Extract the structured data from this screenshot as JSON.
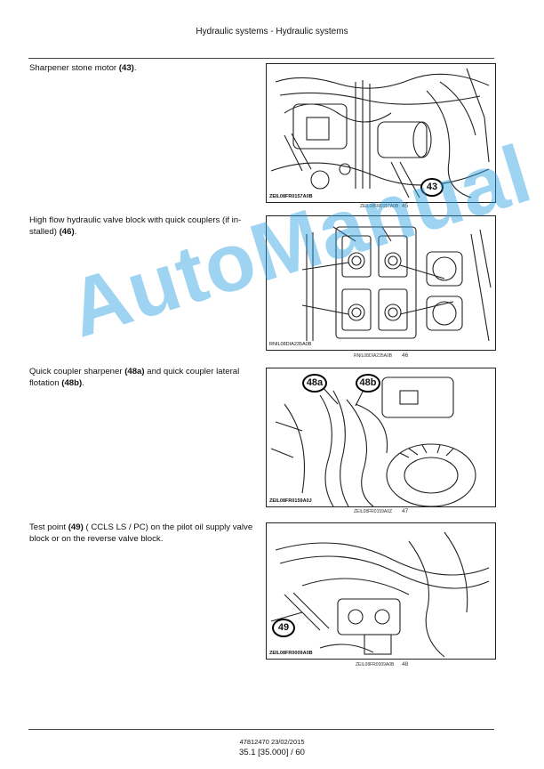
{
  "header": {
    "title": "Hydraulic systems - Hydraulic systems"
  },
  "sections": [
    {
      "text_before": "Sharpener stone motor ",
      "bold1": "(43)",
      "text_after": ".",
      "figure_code": "ZEIL08FR0157A0B",
      "caption": "ZEIL08FR0157A0B",
      "number": "45",
      "callouts": [
        "43"
      ]
    },
    {
      "text_before": "High flow hydraulic valve block with quick couplers (if in- stalled) ",
      "bold1": "(46)",
      "text_after": ".",
      "figure_code": "RNIL08DIA235A0B",
      "caption": "RNIL08DIA235A0B",
      "number": "46",
      "callouts": []
    },
    {
      "text_before": "Quick coupler sharpener ",
      "bold1": "(48a)",
      "text_mid": " and quick coupler lateral flotation ",
      "bold2": "(48b)",
      "text_after": ".",
      "figure_code": "ZEIL08FR0159A0J",
      "caption": "ZEIL08FR0159A0Z",
      "number": "47",
      "callouts": [
        "48a",
        "48b"
      ]
    },
    {
      "text_before": "Test point ",
      "bold1": "(49)",
      "text_after": " ( CCLS LS / PC) on the pilot oil supply valve block or on the reverse valve block.",
      "figure_code": "ZEIL08FR0009A0B",
      "caption": "ZEIL08FR0009A0B",
      "number": "48",
      "callouts": [
        "49"
      ]
    }
  ],
  "watermark": "AutoManual",
  "watermark_color": "#28a0e1",
  "footer": {
    "code": "47812470 23/02/2015",
    "page": "35.1 [35.000] / 60"
  }
}
